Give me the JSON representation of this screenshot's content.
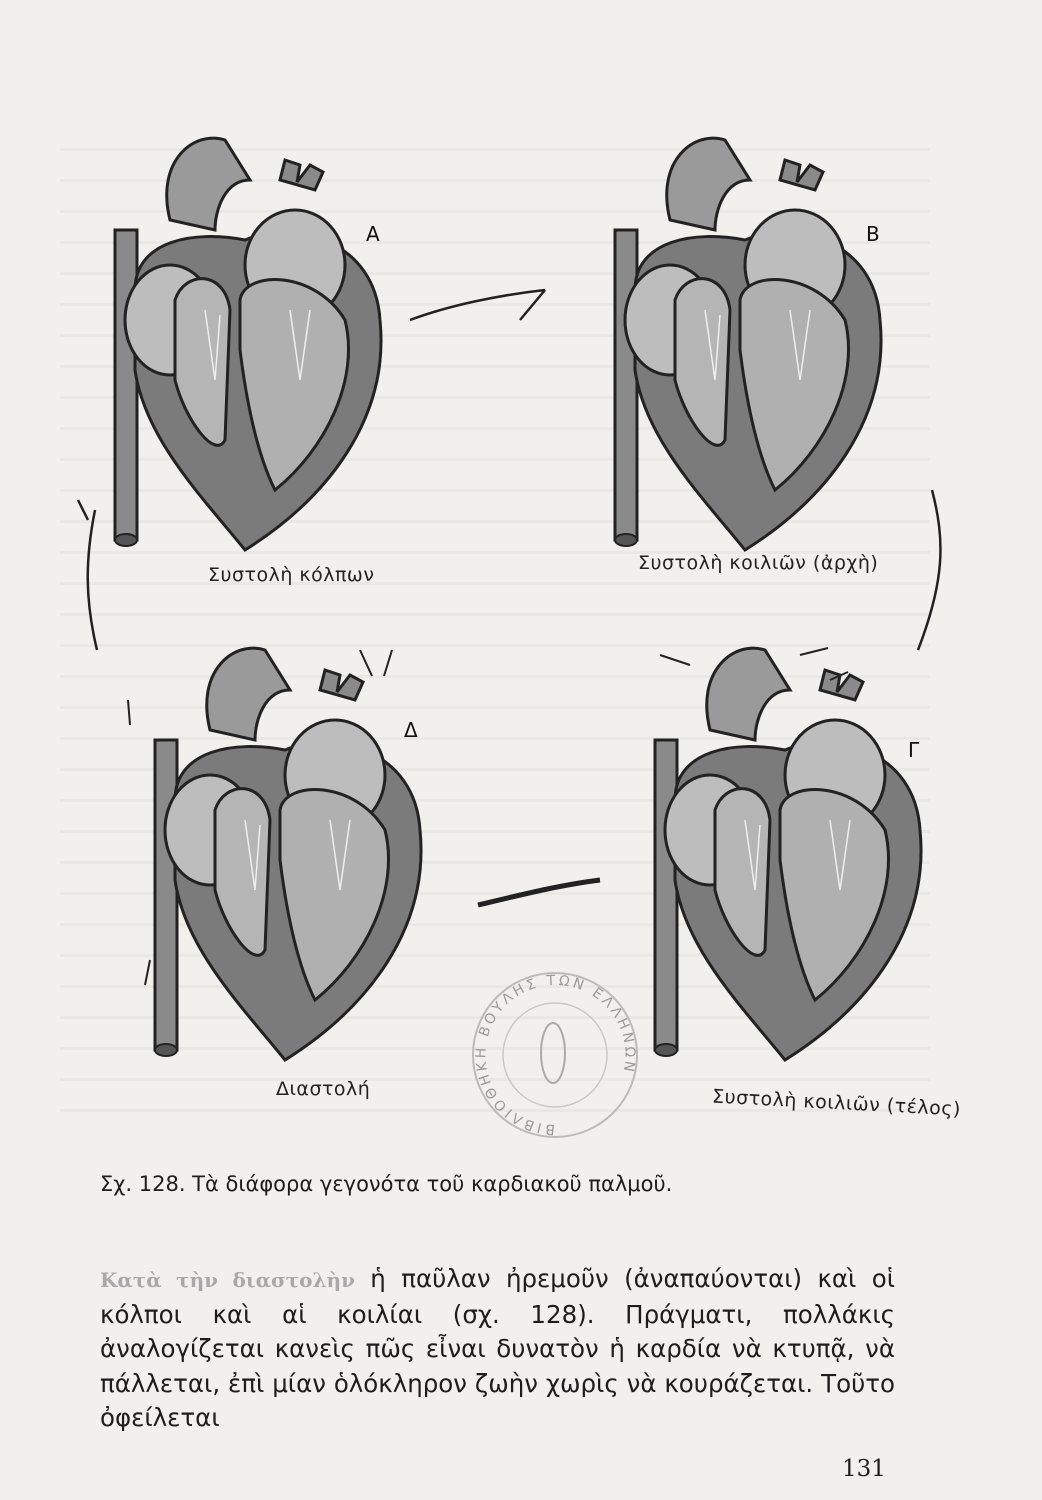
{
  "figure": {
    "panels": [
      {
        "letter": "A",
        "label": "Συστολὴ κόλπων"
      },
      {
        "letter": "B",
        "label": "Συστολὴ κοιλιῶν (ἀρχὴ)"
      },
      {
        "letter": "Γ",
        "label": "Συστολὴ κοιλιῶν (τέλος)"
      },
      {
        "letter": "Δ",
        "label": "Διαστολή"
      }
    ],
    "caption": "Σχ. 128. Τὰ διάφορα γεγονότα τοῦ καρδιακοῦ παλμοῦ."
  },
  "stamp": {
    "text": "ΒΙΒΛΙΟΘΗΚΗ ΒΟΥΛΗΣ ΤΩΝ ΕΛΛΗΝΩΝ"
  },
  "body": {
    "lead": "Κατὰ τὴν διαστολὴν",
    "text": " ἡ παῦλαν ἠρεμοῦν (ἀναπαύονται) καὶ οἱ κόλποι καὶ αἱ κοιλίαι (σχ. 128). Πράγματι, πολλάκις ἀναλογίζεται κανεὶς πῶς εἶναι δυνατὸν ἡ καρδία νὰ κτυπᾷ, νὰ πάλλεται, ἐπὶ μίαν ὁλόκληρον ζωὴν χωρὶς νὰ κουράζεται. Τοῦτο ὀφείλεται"
  },
  "page_number": "131",
  "colors": {
    "paper": "#f1f0ec",
    "heart_dark": "#7b7b7b",
    "heart_light": "#bdbdbd",
    "ink": "#1d1d1d"
  }
}
